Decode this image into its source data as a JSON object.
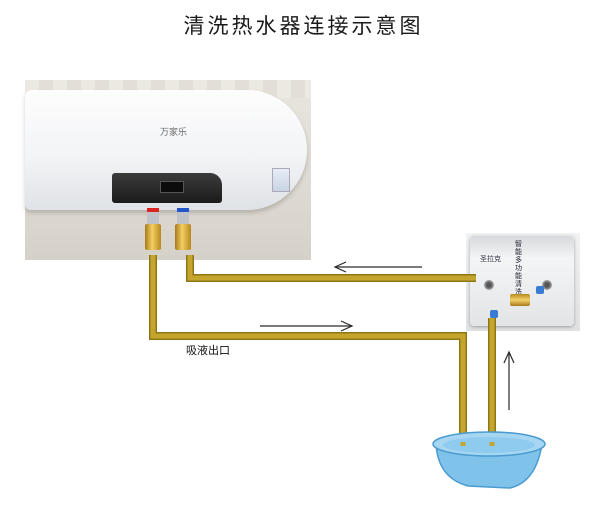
{
  "title": "清洗热水器连接示意图",
  "label_outlet": "吸液出口",
  "heater_brand": "万家乐",
  "machine_logo": "圣拉克",
  "machine_label": "智能多功能清洗机",
  "colors": {
    "hose": "#c4a62f",
    "hose_dark": "#8f7715",
    "arrow": "#2a2a2a",
    "basin": "#7fc3ea",
    "basin_dark": "#4a9bcf"
  },
  "icons": [
    "arrow-left-icon",
    "arrow-right-icon",
    "arrow-up-icon"
  ]
}
